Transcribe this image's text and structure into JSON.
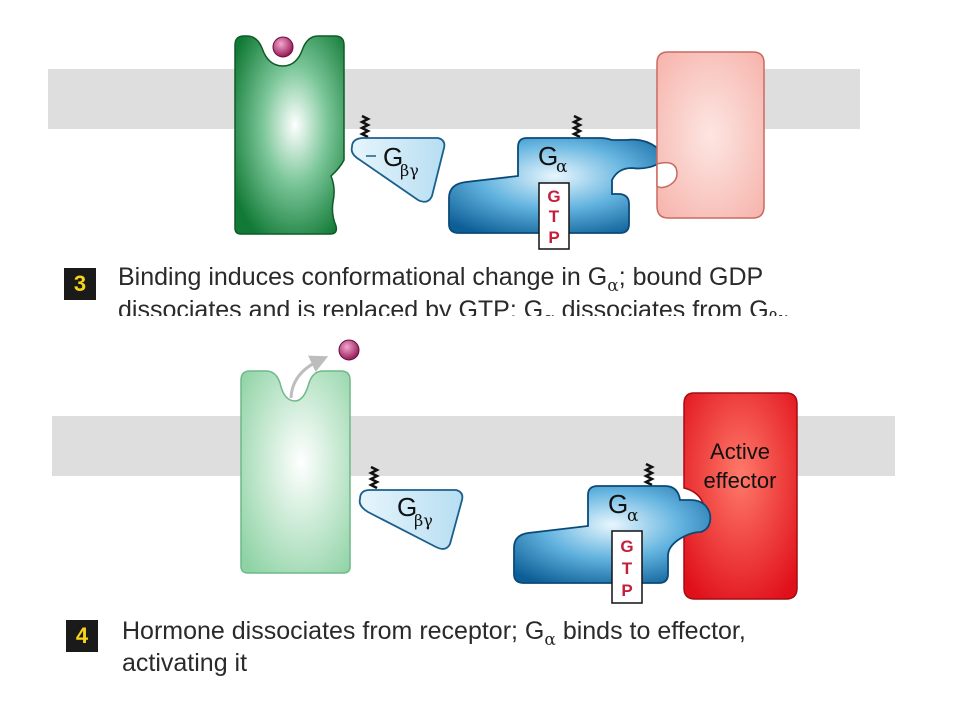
{
  "panel3": {
    "step": "3",
    "caption_line1_a": "Binding induces conformational change in G",
    "caption_line1_sub": "α",
    "caption_line1_b": "; bound GDP",
    "caption_line2": "dissociates and is replaced by GTP; G",
    "caption_line2_sub": "α",
    "caption_line2_b": " dissociates from G",
    "caption_line2_sub2": "βγ",
    "g_alpha": "G",
    "g_alpha_sub": "α",
    "g_beta_gamma": "G",
    "g_beta_gamma_sub": "βγ",
    "gtp_letters": [
      "G",
      "T",
      "P"
    ]
  },
  "panel4": {
    "step": "4",
    "caption_line1_a": "Hormone dissociates from receptor; G",
    "caption_line1_sub": "α",
    "caption_line1_b": " binds to effector,",
    "caption_line2": "activating it",
    "g_alpha": "G",
    "g_alpha_sub": "α",
    "g_beta_gamma": "G",
    "g_beta_gamma_sub": "βγ",
    "gtp_letters": [
      "G",
      "T",
      "P"
    ],
    "effector_line1": "Active",
    "effector_line2": "effector"
  },
  "colors": {
    "membrane": "#dedede",
    "receptor_active": "#1a7a3a",
    "receptor_inactive": "#8fd4a6",
    "g_alpha": "#1f7fb8",
    "g_beta_gamma": "#bfe3f5",
    "gtp": "#c41e3a",
    "effector_inactive": "#f7b7b0",
    "effector_active": "#e8141c",
    "hormone": "#a0185a",
    "badge": "#1a1a1a",
    "badge_text": "#f7d417"
  }
}
